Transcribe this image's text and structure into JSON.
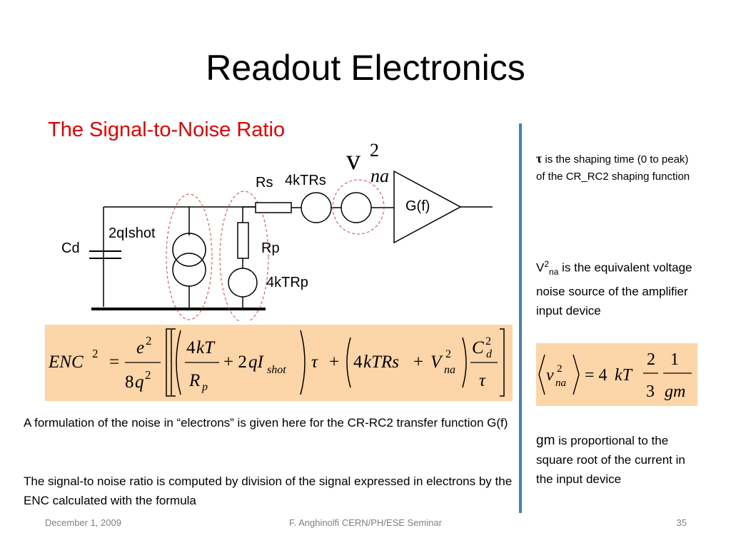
{
  "slide": {
    "title": "Readout Electronics",
    "subtitle": "The Signal-to-Noise Ratio"
  },
  "circuit": {
    "label_cd": "Cd",
    "label_2qishot": "2qIshot",
    "label_rs": "Rs",
    "label_4ktrs": "4kTRs",
    "label_rp": "Rp",
    "label_4ktrp": "4kTRp",
    "label_gf": "G(f)",
    "vna_symbol": "v",
    "vna_exponent": "2",
    "vna_subscript": "na"
  },
  "right_notes": {
    "tau_symbol": "τ",
    "tau_text": " is the shaping time (0 to peak) of the CR_RC2 shaping function",
    "vna_v": "V",
    "vna_sup": "2",
    "vna_sub": "na",
    "vna_text": "  is the equivalent voltage noise source of the amplifier input device",
    "gm_word": "gm",
    "gm_text": " is proportional to the square root of the current in the input device"
  },
  "body_text": {
    "para1": "A formulation of the noise in “electrons” is given here for the CR-RC2 transfer function G(f)",
    "para2": "The signal-to noise ratio is computed by division of  the signal expressed in electrons by the ENC calculated with the formula"
  },
  "footer": {
    "date": "December 1, 2009",
    "center": "F. Anghinolfi CERN/PH/ESE Seminar",
    "page": "35"
  },
  "colors": {
    "subtitle": "#e00000",
    "divider": "#4a7ebb",
    "formula_bg": "#fcd5a8",
    "dashed_ellipse": "#e04040"
  }
}
